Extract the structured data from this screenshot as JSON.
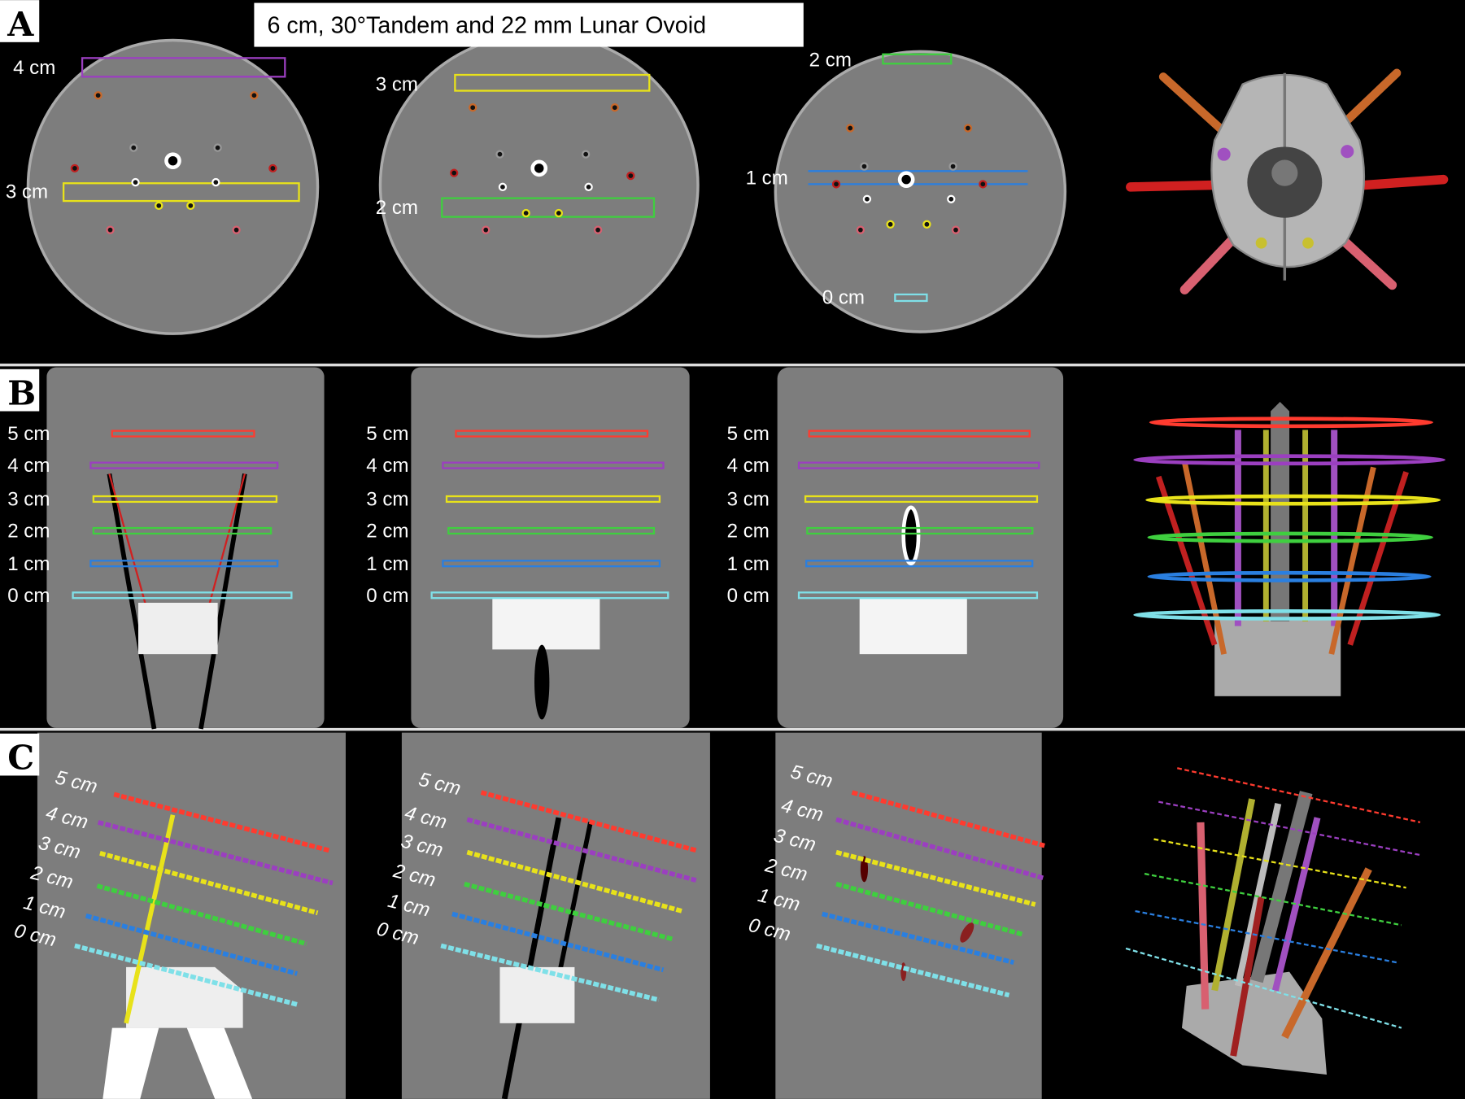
{
  "figure": {
    "title": "6 cm, 30°Tandem and 22 mm Lunar Ovoid",
    "panel_labels": [
      "A",
      "B",
      "C"
    ]
  },
  "row_a": {
    "slices": [
      {
        "labels": [
          "4 cm",
          "3 cm"
        ]
      },
      {
        "labels": [
          "3 cm",
          "2 cm"
        ]
      },
      {
        "labels": [
          "2 cm",
          "1 cm",
          "0 cm"
        ]
      }
    ]
  },
  "row_b": {
    "depth_labels": [
      "5 cm",
      "4 cm",
      "3 cm",
      "2 cm",
      "1 cm",
      "0 cm"
    ]
  },
  "row_c": {
    "depth_labels": [
      "5 cm",
      "4 cm",
      "3 cm",
      "2 cm",
      "1 cm",
      "0 cm"
    ]
  },
  "level_colors": {
    "5 cm": "#ff3b2f",
    "4 cm": "#9b3fc0",
    "3 cm": "#e8e21a",
    "2 cm": "#3fcf3f",
    "1 cm": "#2a7fe0",
    "0 cm": "#7fe0e8"
  }
}
